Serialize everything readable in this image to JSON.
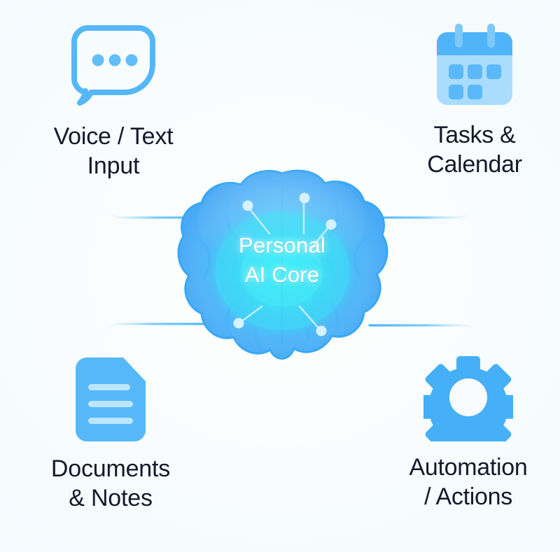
{
  "diagram": {
    "title": "Personal AI Core",
    "background_color": "#f6fbfe",
    "accent_color": "#4bb4f8",
    "accent_dark": "#2fa3f5",
    "accent_light": "#a8dcfd",
    "core_glow_color": "#3ee6f5",
    "label_color": "#141a2b"
  },
  "core": {
    "name": "brain-core",
    "line1": "Personal",
    "line2": "AI Core",
    "icon": "brain-icon"
  },
  "nodes": [
    {
      "id": "voice",
      "icon": "speech-bubble-icon",
      "line1": "Voice / Text",
      "line2": "Input",
      "position": "top-left"
    },
    {
      "id": "tasks",
      "icon": "calendar-icon",
      "line1": "Tasks &",
      "line2": "Calendar",
      "position": "top-right"
    },
    {
      "id": "documents",
      "icon": "document-icon",
      "line1": "Documents",
      "line2": "& Notes",
      "position": "bottom-left"
    },
    {
      "id": "automation",
      "icon": "gear-icon",
      "line1": "Automation",
      "line2": "/ Actions",
      "position": "bottom-right"
    }
  ],
  "connectors": [
    {
      "from": "voice",
      "to": "core",
      "style": "elbow-curve"
    },
    {
      "from": "tasks",
      "to": "core",
      "style": "elbow-curve"
    },
    {
      "from": "documents",
      "to": "core",
      "style": "elbow-curve"
    },
    {
      "from": "automation",
      "to": "core",
      "style": "elbow-curve"
    }
  ]
}
